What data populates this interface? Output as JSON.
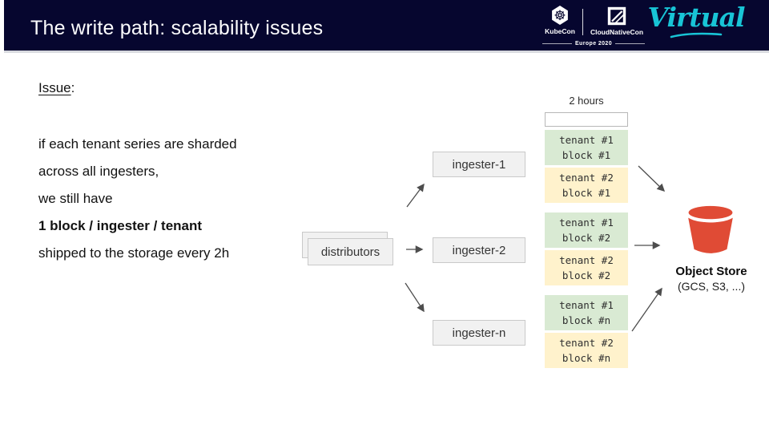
{
  "header": {
    "title": "The write path: scalability issues",
    "kubecon_label": "KubeCon",
    "cloudnativecon_label": "CloudNativeCon",
    "event_label": "Europe 2020",
    "virtual_label": "Virtual"
  },
  "issue": {
    "heading": "Issue",
    "heading_suffix": ":",
    "lines": [
      "if each tenant series are sharded",
      "across all ingesters,",
      "we still have",
      "1 block / ingester / tenant",
      "shipped to the storage every 2h"
    ]
  },
  "diagram": {
    "distributors_label": "distributors",
    "ingesters": [
      {
        "label": "ingester-1"
      },
      {
        "label": "ingester-2"
      },
      {
        "label": "ingester-n"
      }
    ],
    "time_label": "2 hours",
    "blocks": [
      {
        "line1": "tenant #1",
        "line2": "block #1",
        "color": "green"
      },
      {
        "line1": "tenant #2",
        "line2": "block #1",
        "color": "yellow"
      },
      {
        "line1": "tenant #1",
        "line2": "block #2",
        "color": "green"
      },
      {
        "line1": "tenant #2",
        "line2": "block #2",
        "color": "yellow"
      },
      {
        "line1": "tenant #1",
        "line2": "block #n",
        "color": "green"
      },
      {
        "line1": "tenant #2",
        "line2": "block #n",
        "color": "yellow"
      }
    ],
    "object_store_title": "Object Store",
    "object_store_subtitle": "(GCS, S3, ...)"
  },
  "colors": {
    "header_bg": "#06062f",
    "virtual_teal": "#18c4d6",
    "block_green": "#d9ead3",
    "block_yellow": "#fff2cc",
    "node_bg": "#f1f1f1",
    "node_border": "#c9c9c9",
    "bucket_red": "#e04b35",
    "arrow_gray": "#4d4d4d"
  }
}
